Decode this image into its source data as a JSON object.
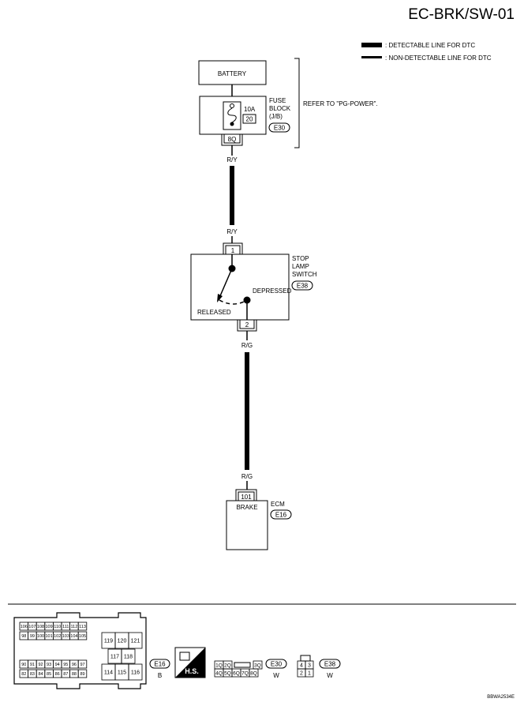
{
  "title": "EC-BRK/SW-01",
  "legend": {
    "detectable": ": DETECTABLE LINE FOR DTC",
    "non_detectable": ": NON-DETECTABLE LINE FOR DTC"
  },
  "battery": {
    "label": "BATTERY"
  },
  "fuse_block": {
    "label_line1": "FUSE",
    "label_line2": "BLOCK",
    "label_line3": "(J/B)",
    "connector": "E30",
    "amperage": "10A",
    "fuse_no": "20",
    "terminal": "8Q",
    "refer": "REFER TO \"PG-POWER\"."
  },
  "wires": {
    "fuse_to_switch_top": "R/Y",
    "fuse_to_switch_bottom": "R/Y",
    "switch_to_ecm_top": "R/G",
    "switch_to_ecm_bottom": "R/G"
  },
  "stop_lamp_switch": {
    "label_line1": "STOP",
    "label_line2": "LAMP",
    "label_line3": "SWITCH",
    "connector": "E38",
    "terminal_in": "1",
    "terminal_out": "2",
    "released": "RELEASED",
    "depressed": "DEPRESSED"
  },
  "ecm": {
    "label": "ECM",
    "connector": "E16",
    "terminal": "101",
    "pin_label": "BRAKE"
  },
  "connectors_footer": {
    "e16": {
      "id": "E16",
      "color": "B",
      "row1": [
        "106",
        "107",
        "108",
        "109",
        "110",
        "111",
        "112",
        "113"
      ],
      "row2": [
        "98",
        "99",
        "100",
        "101",
        "102",
        "103",
        "104",
        "105"
      ],
      "row3": [
        "90",
        "91",
        "92",
        "93",
        "94",
        "95",
        "96",
        "97"
      ],
      "row4": [
        "82",
        "83",
        "84",
        "85",
        "86",
        "87",
        "88",
        "89"
      ],
      "mid_top": [
        "119",
        "120",
        "121"
      ],
      "mid_mid": [
        "117",
        "118"
      ],
      "mid_bot": [
        "114",
        "115",
        "116"
      ]
    },
    "hs_label": "H.S.",
    "e30": {
      "id": "E30",
      "color": "W",
      "row1": [
        "1Q",
        "2Q",
        "",
        "3Q"
      ],
      "row2": [
        "4Q",
        "5Q",
        "6Q",
        "7Q",
        "8Q"
      ]
    },
    "e38": {
      "id": "E38",
      "color": "W",
      "row1": [
        "4",
        "3"
      ],
      "row2": [
        "2",
        "1"
      ]
    }
  },
  "doc_code": "BBWA2534E"
}
